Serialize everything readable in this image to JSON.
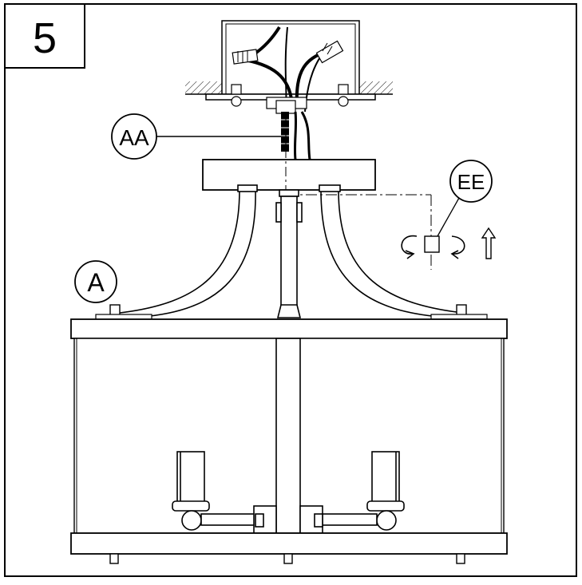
{
  "step": {
    "number": "5"
  },
  "callouts": {
    "aa": "AA",
    "a": "A",
    "ee": "EE"
  },
  "icons": [
    "rotate-counterclockwise-icon",
    "rotate-clockwise-icon",
    "up-arrow-icon",
    "finial-square-icon"
  ],
  "colors": {
    "line": "#000000",
    "background": "#ffffff",
    "hatch": "#000000",
    "fixture_fill": "#ffffff"
  }
}
